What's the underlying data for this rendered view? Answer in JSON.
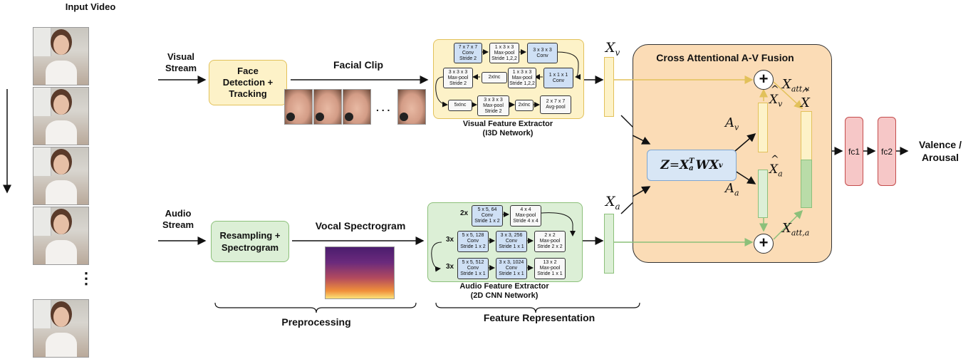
{
  "input_video_label": "Input Video",
  "visual_stream_label": "Visual\nStream",
  "audio_stream_label": "Audio\nStream",
  "face_detection_label": "Face\nDetection +\nTracking",
  "resampling_label": "Resampling +\nSpectrogram",
  "facial_clip_label": "Facial Clip",
  "vocal_spectrogram_label": "Vocal Spectrogram",
  "ellipsis": ". . .",
  "vertical_ellipsis": "⋮",
  "visual_extractor": {
    "title": "Visual Feature Extractor",
    "subtitle": "(I3D Network)",
    "row1": [
      {
        "lines": [
          "7 x 7 x 7",
          "Conv",
          "Stride 2"
        ]
      },
      {
        "lines": [
          "1 x 3 x 3",
          "Max-pool",
          "Stride 1,2,2"
        ]
      },
      {
        "lines": [
          "3 x 3 x 3",
          "Conv"
        ]
      }
    ],
    "row2": [
      {
        "lines": [
          "3 x 3 x 3",
          "Max-pool",
          "Stride 2"
        ]
      },
      {
        "lines": [
          "2xInc"
        ]
      },
      {
        "lines": [
          "1 x 3 x 3",
          "Max-pool",
          "Stride 1,2,2"
        ]
      },
      {
        "lines": [
          "1 x 1 x 1",
          "Conv"
        ]
      }
    ],
    "row3": [
      {
        "lines": [
          "5xInc"
        ]
      },
      {
        "lines": [
          "3 x 3 x 3",
          "Max-pool",
          "Stride 2"
        ]
      },
      {
        "lines": [
          "2xInc"
        ]
      },
      {
        "lines": [
          "2 x 7 x 7",
          "Avg-pool"
        ]
      }
    ]
  },
  "audio_extractor": {
    "title": "Audio Feature Extractor",
    "subtitle": "(2D CNN Network)",
    "rows": [
      {
        "repeat": "2x",
        "blocks": [
          {
            "lines": [
              "5 x 5, 64",
              "Conv",
              "Stride 1 x 2"
            ]
          },
          {
            "lines": [
              "4 x 4",
              "Max-pool",
              "Stride 4 x 4"
            ]
          }
        ]
      },
      {
        "repeat": "3x",
        "blocks": [
          {
            "lines": [
              "5 x 5, 128",
              "Conv",
              "Stride 1 x 2"
            ]
          },
          {
            "lines": [
              "3 x 3, 256",
              "Conv",
              "Stride 1 x 1"
            ]
          },
          {
            "lines": [
              "2 x 2",
              "Max-pool",
              "Stride 2 x 2"
            ]
          }
        ]
      },
      {
        "repeat": "3x",
        "blocks": [
          {
            "lines": [
              "5 x 5, 512",
              "Conv",
              "Stride 1 x 1"
            ]
          },
          {
            "lines": [
              "3 x 3, 1024",
              "Conv",
              "Stride 1 x 1"
            ]
          },
          {
            "lines": [
              "13 x 2",
              "Max-pool",
              "Stride 1 x 1"
            ]
          }
        ]
      }
    ]
  },
  "preprocessing_label": "Preprocessing",
  "feature_representation_label": "Feature Representation",
  "fusion_title": "Cross Attentional A-V Fusion",
  "symbols": {
    "xv": "X",
    "xv_sub": "v",
    "xa": "X",
    "xa_sub": "a",
    "av": "A",
    "av_sub": "v",
    "aa": "A",
    "aa_sub": "a",
    "xhat_v": "X",
    "xhat_v_sub": "v",
    "xhat_a": "X",
    "xhat_a_sub": "a",
    "xhat": "X",
    "xatt_v": "X",
    "xatt_v_sub": "att,v",
    "xatt_a": "X",
    "xatt_a_sub": "att,a",
    "hat": "^"
  },
  "equation": {
    "z": "Z",
    "eq": " = ",
    "x1": "X",
    "x1_sub": "a",
    "x1_sup": "T",
    "w": "W",
    "x2": "X",
    "x2_sub": "v"
  },
  "plus_symbol": "+",
  "fc1_label": "fc1",
  "fc2_label": "fc2",
  "output_label": "Valence /\nArousal",
  "colors": {
    "visual": "#e2c15a",
    "audio": "#8cc07a",
    "fusion_bg": "#fbdcb6",
    "fusion_border": "#333333",
    "fc": "#f6c7c7"
  }
}
